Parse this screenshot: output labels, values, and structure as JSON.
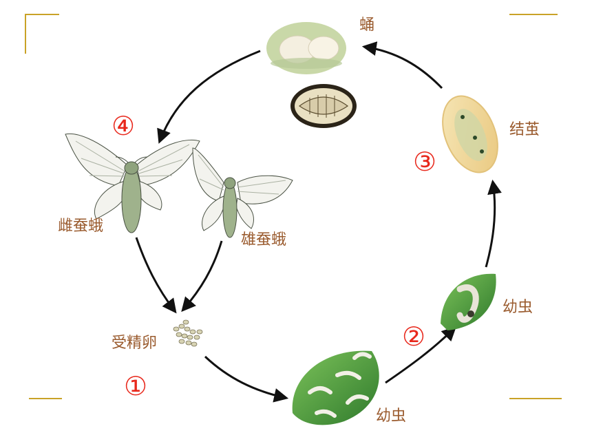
{
  "colors": {
    "label": "#9a5b2e",
    "number": "#e8281c",
    "frame": "#c9a227",
    "arrow": "#111111",
    "leaf": "#4f9a3a"
  },
  "stages": {
    "pupa": "蛹",
    "cocoon": "结茧",
    "larva_late": "幼虫",
    "larva_early": "幼虫",
    "egg": "受精卵",
    "female_moth": "雌蚕蛾",
    "male_moth": "雄蚕蛾"
  },
  "numbers": {
    "n1": "①",
    "n2": "②",
    "n3": "③",
    "n4": "④"
  },
  "icons": [
    "pupa-image",
    "cocoon-image",
    "larva-image",
    "larvae-on-leaves-image",
    "eggs-image",
    "female-moth-image",
    "male-moth-image"
  ]
}
